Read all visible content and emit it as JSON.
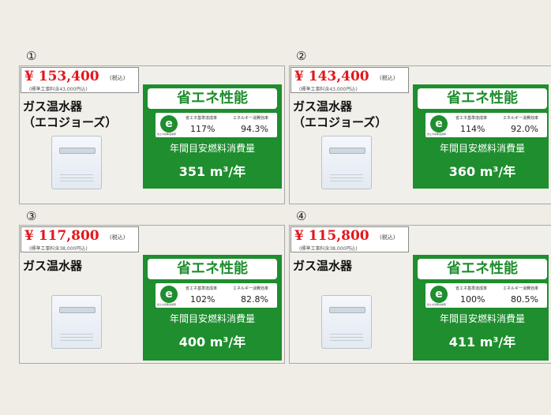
{
  "products": [
    {
      "number": "①",
      "price": "¥ 153,400",
      "tax": "(税込)",
      "note": "(標準工事料含43,000円込)",
      "name_line1": "ガス温水器",
      "name_line2": "（エコジョーズ）",
      "badge_title": "省エネ性能",
      "label_achievement": "省エネ基準達成率",
      "label_efficiency": "エネルギー消費効率",
      "logo_text": "省エネ基準達成率",
      "achievement": "117%",
      "efficiency": "94.3%",
      "fuel_label": "年間目安燃料消費量",
      "fuel_value": "351 m³/年"
    },
    {
      "number": "②",
      "price": "¥ 143,400",
      "tax": "(税込)",
      "note": "(標準工事料含43,000円込)",
      "name_line1": "ガス温水器",
      "name_line2": "（エコジョーズ）",
      "badge_title": "省エネ性能",
      "label_achievement": "省エネ基準達成率",
      "label_efficiency": "エネルギー消費効率",
      "logo_text": "省エネ基準達成率",
      "achievement": "114%",
      "efficiency": "92.0%",
      "fuel_label": "年間目安燃料消費量",
      "fuel_value": "360 m³/年"
    },
    {
      "number": "③",
      "price": "¥ 117,800",
      "tax": "(税込)",
      "note": "(標準工事料含38,000円込)",
      "name_line1": "ガス温水器",
      "name_line2": "",
      "badge_title": "省エネ性能",
      "label_achievement": "省エネ基準達成率",
      "label_efficiency": "エネルギー消費効率",
      "logo_text": "省エネ基準達成率",
      "achievement": "102%",
      "efficiency": "82.8%",
      "fuel_label": "年間目安燃料消費量",
      "fuel_value": "400 m³/年"
    },
    {
      "number": "④",
      "price": "¥ 115,800",
      "tax": "(税込)",
      "note": "(標準工事料含38,000円込)",
      "name_line1": "ガス温水器",
      "name_line2": "",
      "badge_title": "省エネ性能",
      "label_achievement": "省エネ基準達成率",
      "label_efficiency": "エネルギー消費効率",
      "logo_text": "省エネ基準達成率",
      "achievement": "100%",
      "efficiency": "80.5%",
      "fuel_label": "年間目安燃料消費量",
      "fuel_value": "411 m³/年"
    }
  ],
  "colors": {
    "price_red": "#e3161b",
    "badge_green": "#1e8e2e"
  },
  "icons": [
    "energy-label-logo-icon",
    "water-heater-icon"
  ]
}
